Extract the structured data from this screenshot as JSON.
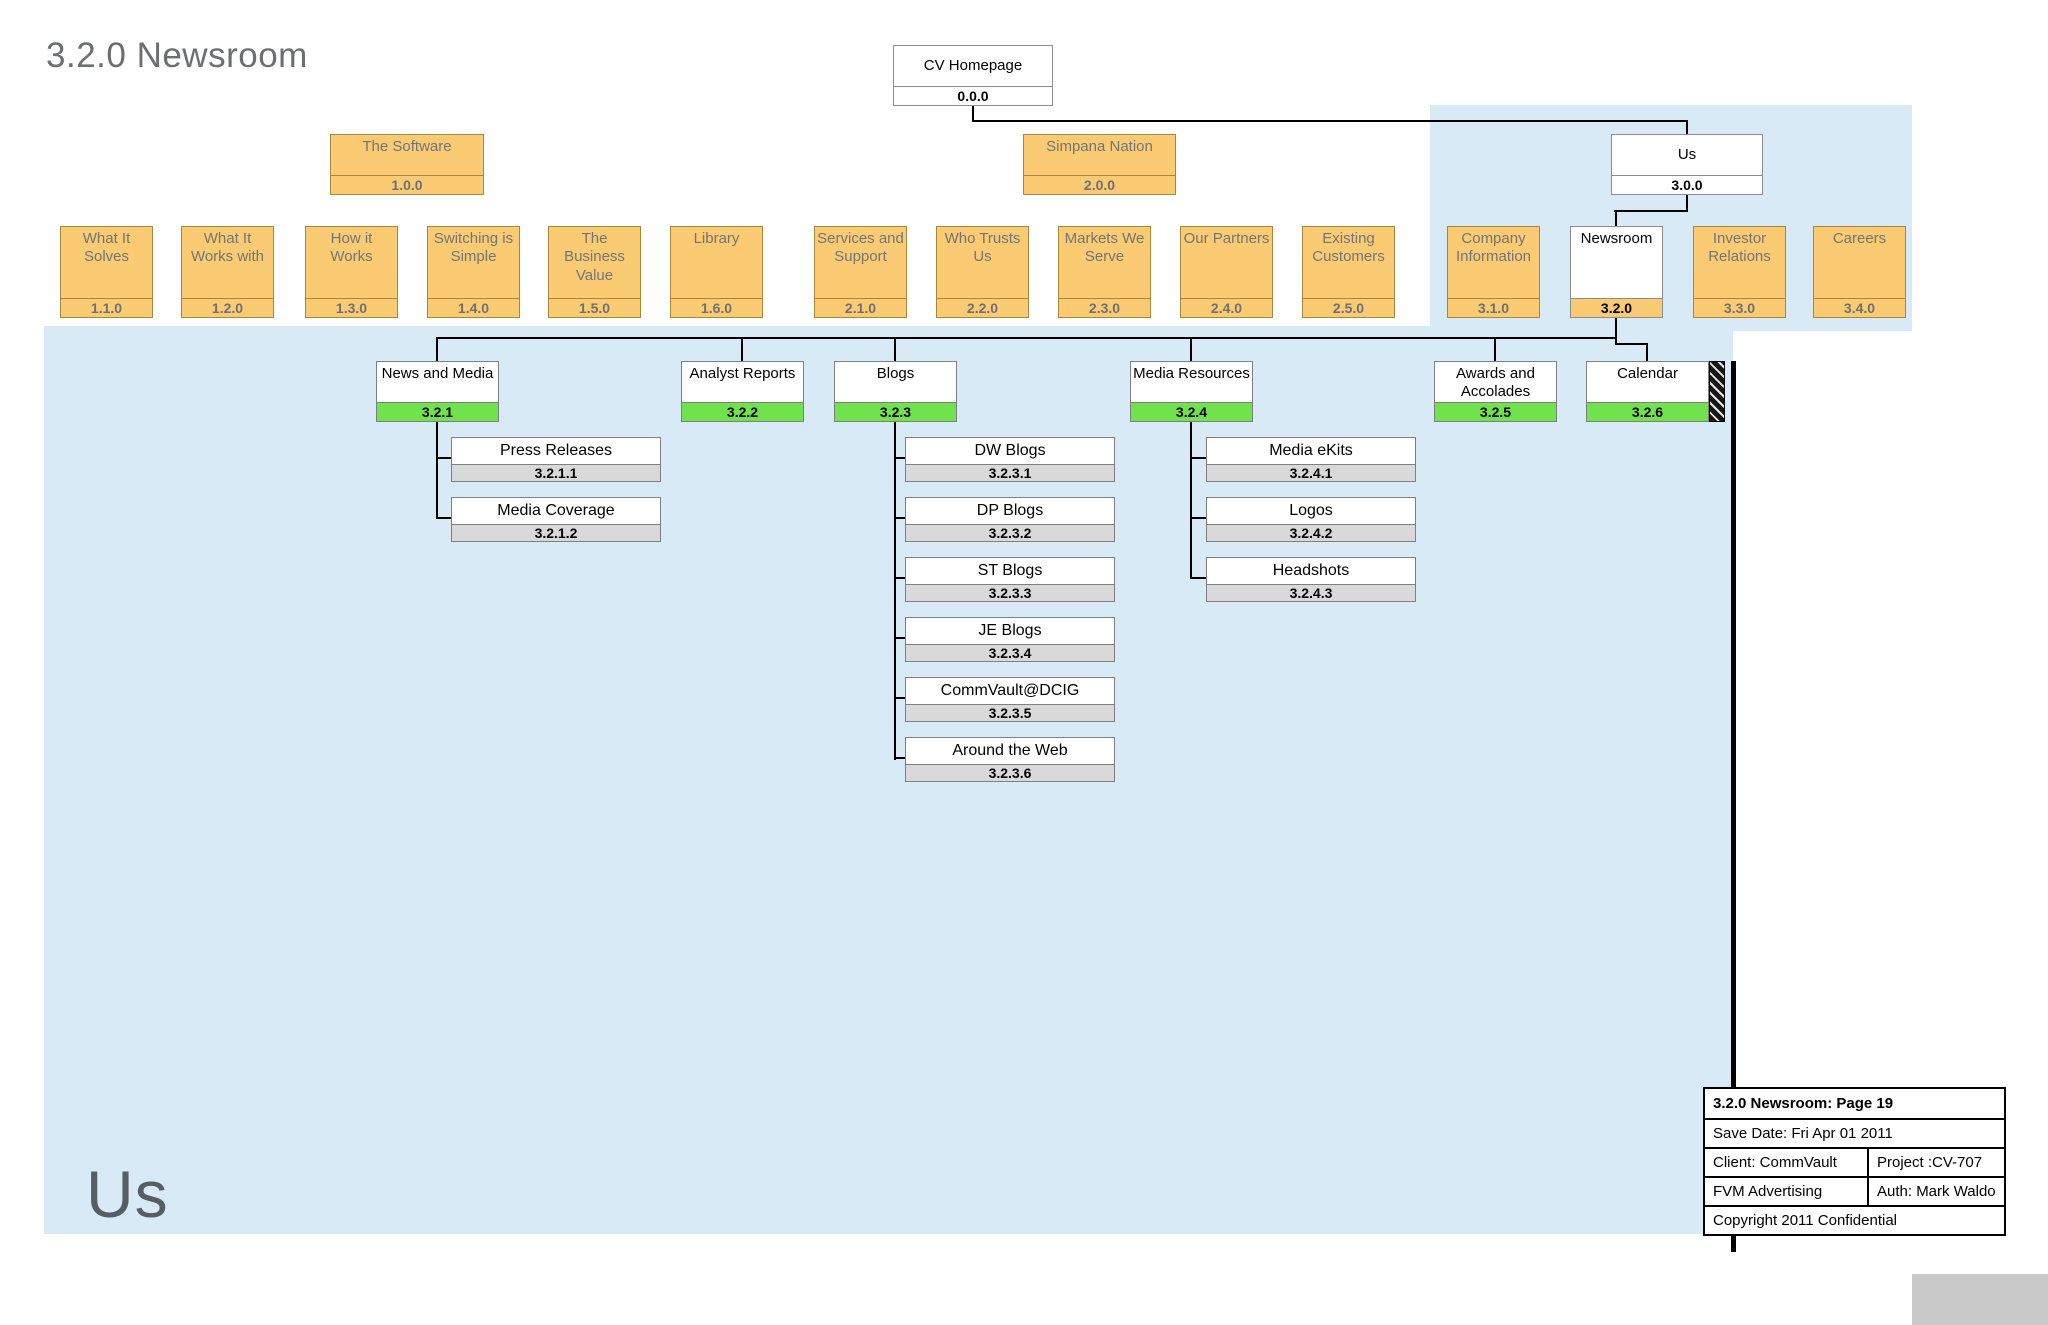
{
  "page": {
    "title": "3.2.0 Newsroom",
    "watermark": "Us"
  },
  "colors": {
    "node_orange": "#FACB72",
    "node_green_strip": "#6FE24E",
    "node_gray_strip": "#D9D9D9",
    "highlight_blue": "#D9EAF7"
  },
  "sitemap": {
    "nodes": [
      {
        "id": "cv-homepage",
        "label": "CV Homepage",
        "code": "0.0.0",
        "variant": "white"
      },
      {
        "id": "the-software",
        "label": "The Software",
        "code": "1.0.0",
        "variant": "orange"
      },
      {
        "id": "simpana-nation",
        "label": "Simpana Nation",
        "code": "2.0.0",
        "variant": "orange"
      },
      {
        "id": "us",
        "label": "Us",
        "code": "3.0.0",
        "variant": "white"
      },
      {
        "id": "what-it-solves",
        "label": "What It Solves",
        "code": "1.1.0",
        "variant": "orange"
      },
      {
        "id": "what-it-works-with",
        "label": "What It Works with",
        "code": "1.2.0",
        "variant": "orange"
      },
      {
        "id": "how-it-works",
        "label": "How it Works",
        "code": "1.3.0",
        "variant": "orange"
      },
      {
        "id": "switching-is-simple",
        "label": "Switching is Simple",
        "code": "1.4.0",
        "variant": "orange"
      },
      {
        "id": "the-business-value",
        "label": "The Business Value",
        "code": "1.5.0",
        "variant": "orange"
      },
      {
        "id": "library",
        "label": "Library",
        "code": "1.6.0",
        "variant": "orange"
      },
      {
        "id": "services-and-support",
        "label": "Services and Support",
        "code": "2.1.0",
        "variant": "orange"
      },
      {
        "id": "who-trusts-us",
        "label": "Who Trusts Us",
        "code": "2.2.0",
        "variant": "orange"
      },
      {
        "id": "markets-we-serve",
        "label": "Markets We Serve",
        "code": "2.3.0",
        "variant": "orange"
      },
      {
        "id": "our-partners",
        "label": "Our Partners",
        "code": "2.4.0",
        "variant": "orange"
      },
      {
        "id": "existing-customers",
        "label": "Existing Customers",
        "code": "2.5.0",
        "variant": "orange"
      },
      {
        "id": "company-information",
        "label": "Company Information",
        "code": "3.1.0",
        "variant": "orange"
      },
      {
        "id": "newsroom",
        "label": "Newsroom",
        "code": "3.2.0",
        "variant": "white-orange"
      },
      {
        "id": "investor-relations",
        "label": "Investor Relations",
        "code": "3.3.0",
        "variant": "orange"
      },
      {
        "id": "careers",
        "label": "Careers",
        "code": "3.4.0",
        "variant": "orange"
      },
      {
        "id": "news-and-media",
        "label": "News and Media",
        "code": "3.2.1",
        "variant": "green"
      },
      {
        "id": "analyst-reports",
        "label": "Analyst Reports",
        "code": "3.2.2",
        "variant": "green"
      },
      {
        "id": "blogs",
        "label": "Blogs",
        "code": "3.2.3",
        "variant": "green"
      },
      {
        "id": "media-resources",
        "label": "Media Resources",
        "code": "3.2.4",
        "variant": "green"
      },
      {
        "id": "awards-and-accolades",
        "label": "Awards and Accolades",
        "code": "3.2.5",
        "variant": "green"
      },
      {
        "id": "calendar",
        "label": "Calendar",
        "code": "3.2.6",
        "variant": "green"
      },
      {
        "id": "press-releases",
        "label": "Press Releases",
        "code": "3.2.1.1",
        "variant": "gray"
      },
      {
        "id": "media-coverage",
        "label": "Media Coverage",
        "code": "3.2.1.2",
        "variant": "gray"
      },
      {
        "id": "dw-blogs",
        "label": "DW Blogs",
        "code": "3.2.3.1",
        "variant": "gray"
      },
      {
        "id": "dp-blogs",
        "label": "DP Blogs",
        "code": "3.2.3.2",
        "variant": "gray"
      },
      {
        "id": "st-blogs",
        "label": "ST Blogs",
        "code": "3.2.3.3",
        "variant": "gray"
      },
      {
        "id": "je-blogs",
        "label": "JE Blogs",
        "code": "3.2.3.4",
        "variant": "gray"
      },
      {
        "id": "commvault-dcig",
        "label": "CommVault@DCIG",
        "code": "3.2.3.5",
        "variant": "gray"
      },
      {
        "id": "around-the-web",
        "label": "Around the Web",
        "code": "3.2.3.6",
        "variant": "gray"
      },
      {
        "id": "media-ekits",
        "label": "Media eKits",
        "code": "3.2.4.1",
        "variant": "gray"
      },
      {
        "id": "logos",
        "label": "Logos",
        "code": "3.2.4.2",
        "variant": "gray"
      },
      {
        "id": "headshots",
        "label": "Headshots",
        "code": "3.2.4.3",
        "variant": "gray"
      }
    ]
  },
  "info_table": {
    "page_line": "3.2.0 Newsroom: Page 19",
    "save_date": "Save Date: Fri Apr 01 2011",
    "client": "Client: CommVault",
    "project": "Project :CV-707",
    "agency": "FVM Advertising",
    "author": "Auth: Mark Waldo",
    "copyright": "Copyright 2011 Confidential"
  }
}
